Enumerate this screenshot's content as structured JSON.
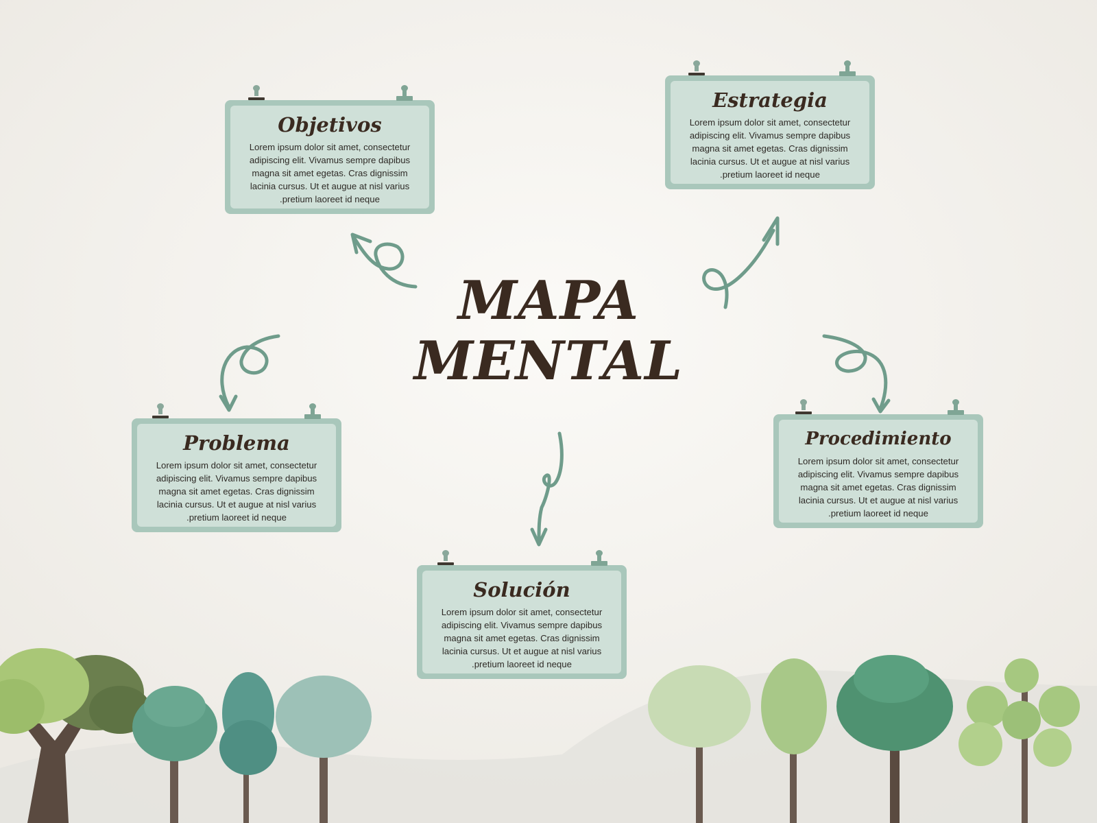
{
  "title": {
    "line1": "MAPA",
    "line2": "MENTAL"
  },
  "nodes": {
    "objetivos": {
      "heading": "Objetivos",
      "body": "Lorem ipsum dolor sit amet, consectetur adipiscing elit. Vivamus sempre dapibus magna sit amet egetas. Cras dignissim lacinia cursus. Ut et augue at nisl varius .pretium laoreet id neque"
    },
    "estrategia": {
      "heading": "Estrategia",
      "body": "Lorem ipsum dolor sit amet, consectetur adipiscing elit. Vivamus sempre dapibus magna sit amet egetas. Cras dignissim lacinia cursus. Ut et augue at nisl varius .pretium laoreet id neque"
    },
    "problema": {
      "heading": "Problema",
      "body": "Lorem ipsum dolor sit amet, consectetur adipiscing elit. Vivamus sempre dapibus magna sit amet egetas. Cras dignissim lacinia cursus. Ut et augue at nisl varius .pretium laoreet id neque"
    },
    "procedimiento": {
      "heading": "Procedimiento",
      "body": "Lorem ipsum dolor sit amet, consectetur adipiscing elit. Vivamus sempre dapibus magna sit amet egetas. Cras dignissim lacinia cursus. Ut et augue at nisl varius .pretium laoreet id neque"
    },
    "solucion": {
      "heading": "Solución",
      "body": "Lorem ipsum dolor sit amet, consectetur adipiscing elit. Vivamus sempre dapibus magna sit amet egetas. Cras dignissim lacinia cursus. Ut et augue at nisl varius .pretium laoreet id neque"
    }
  },
  "colors": {
    "background": "#f6f4f0",
    "card_border": "#a9c7bb",
    "card_fill": "#cfe0d8",
    "arrow": "#6f9c8b",
    "title_text": "#3a2a20"
  },
  "icons": {
    "arrows": "curly-arrow-icon",
    "pins": "board-clip-icon",
    "trees": "tree-illustration"
  }
}
